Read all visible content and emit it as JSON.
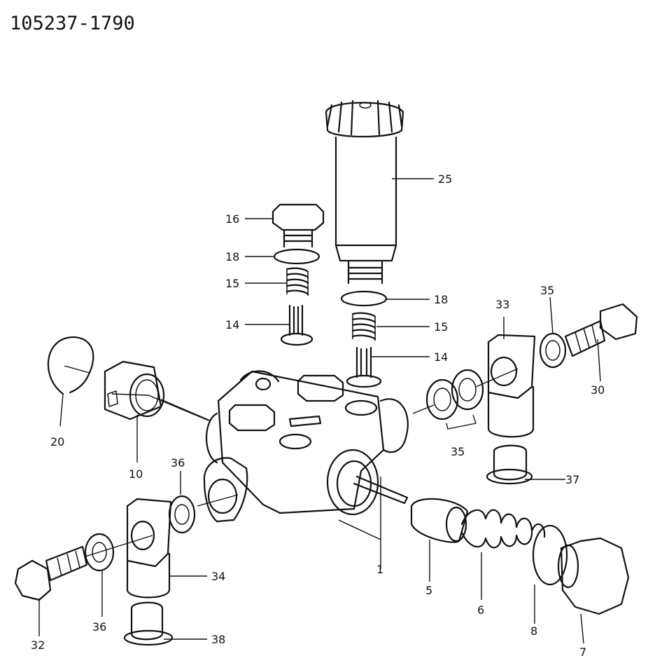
{
  "part_code": "105237-1790",
  "callouts": {
    "c1": "1",
    "c5": "5",
    "c6": "6",
    "c7": "7",
    "c8": "8",
    "c10": "10",
    "c14a": "14",
    "c14b": "14",
    "c15a": "15",
    "c15b": "15",
    "c16": "16",
    "c18a": "18",
    "c18b": "18",
    "c20": "20",
    "c25": "25",
    "c30": "30",
    "c32": "32",
    "c33": "33",
    "c34": "34",
    "c35a": "35",
    "c35b": "35",
    "c36a": "36",
    "c36b": "36",
    "c37": "37",
    "c38": "38"
  }
}
